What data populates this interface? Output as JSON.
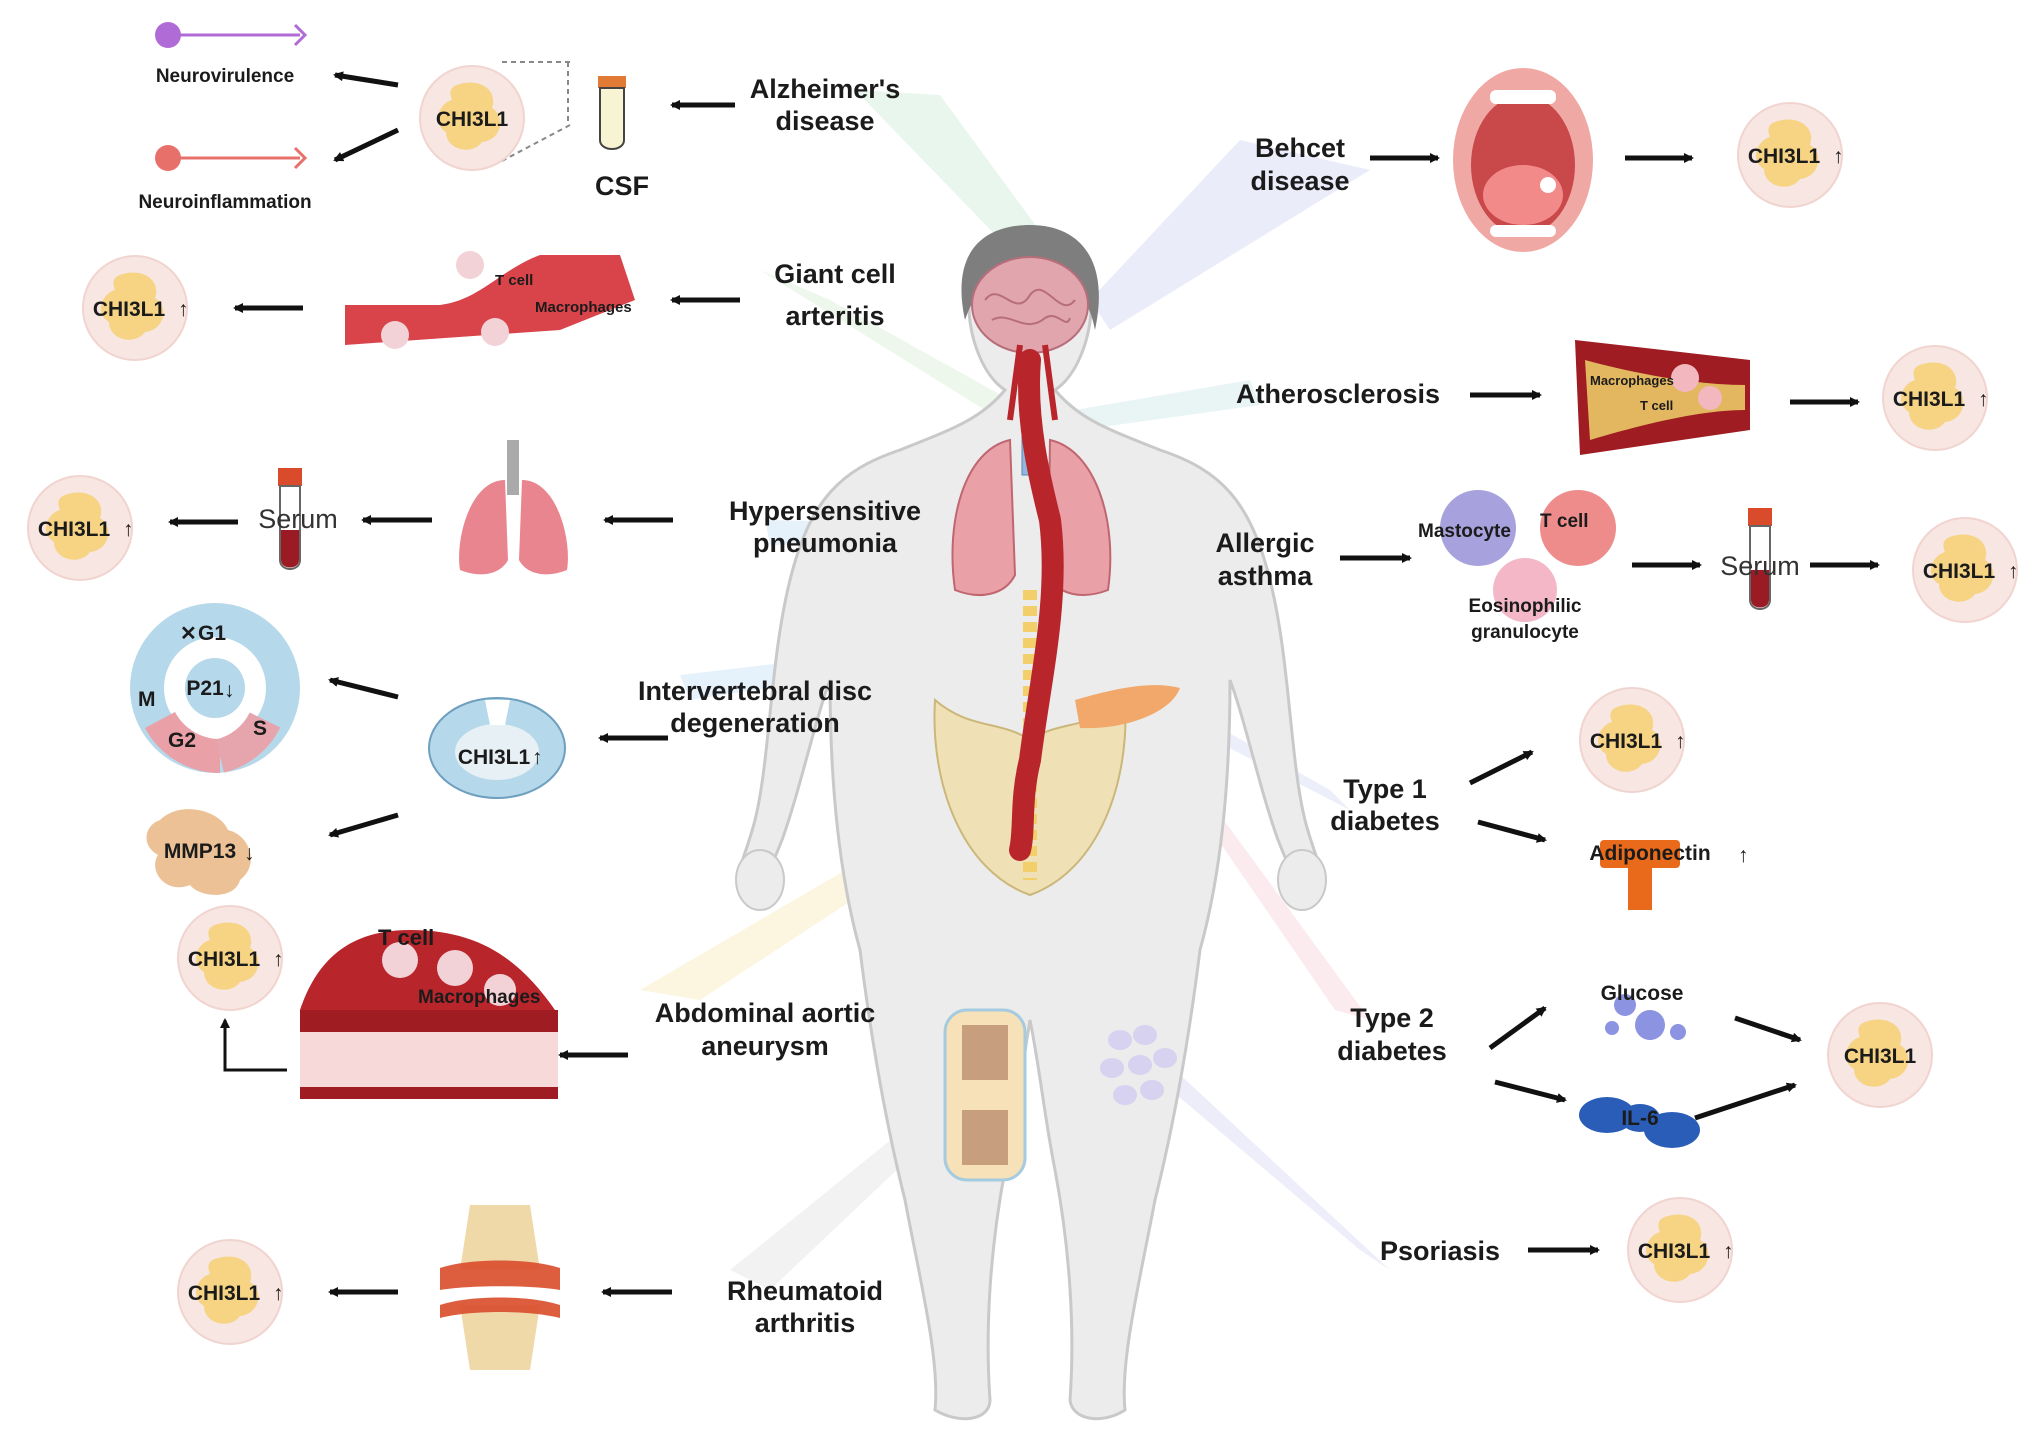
{
  "diseases": {
    "alzheimers": {
      "line1": "Alzheimer's",
      "line2": "disease"
    },
    "giant_cell": {
      "line1": "Giant  cell",
      "line2": "arteritis"
    },
    "hypersensitive": {
      "line1": "Hypersensitive",
      "line2": "pneumonia"
    },
    "ivdd": {
      "line1": "Intervertebral disc",
      "line2": "degeneration"
    },
    "aaa": {
      "line1": "Abdominal aortic",
      "line2": "aneurysm"
    },
    "ra": {
      "line1": "Rheumatoid",
      "line2": "arthritis"
    },
    "behcet": {
      "line1": "Behcet",
      "line2": "disease"
    },
    "athero": {
      "line1": "Atherosclerosis"
    },
    "asthma": {
      "line1": "Allergic",
      "line2": "asthma"
    },
    "t1d": {
      "line1": "Type 1",
      "line2": "diabetes"
    },
    "t2d": {
      "line1": "Type 2",
      "line2": "diabetes"
    },
    "psoriasis": {
      "line1": "Psoriasis"
    }
  },
  "labels": {
    "chi3l1": "CHI3L1",
    "up": "↑",
    "down": "↓",
    "csf": "CSF",
    "neurovirulence": "Neurovirulence",
    "neuroinflammation": "Neuroinflammation",
    "t_cell": "T cell",
    "t_cell_spaced": "T  cell",
    "t_cell_small": "T cell",
    "macrophages": "Macrophages",
    "macrophages_small": "Macrophages",
    "serum": "Serum",
    "mastocyte": "Mastocyte",
    "eosinophilic": "Eosinophilic",
    "granulocyte": "granulocyte",
    "g1": "G1",
    "g2": "G2",
    "m": "M",
    "s": "S",
    "p21": "P21",
    "x_mark": "✕",
    "mmp13": "MMP13",
    "adiponectin": "Adiponectin",
    "glucose": "Glucose",
    "il6": "IL-6"
  },
  "colors": {
    "badge_fill": "#f7e6e2",
    "blob": "#f5d27a",
    "body": "#ececec",
    "artery": "#b8262c",
    "lung": "#e9a0a6"
  }
}
